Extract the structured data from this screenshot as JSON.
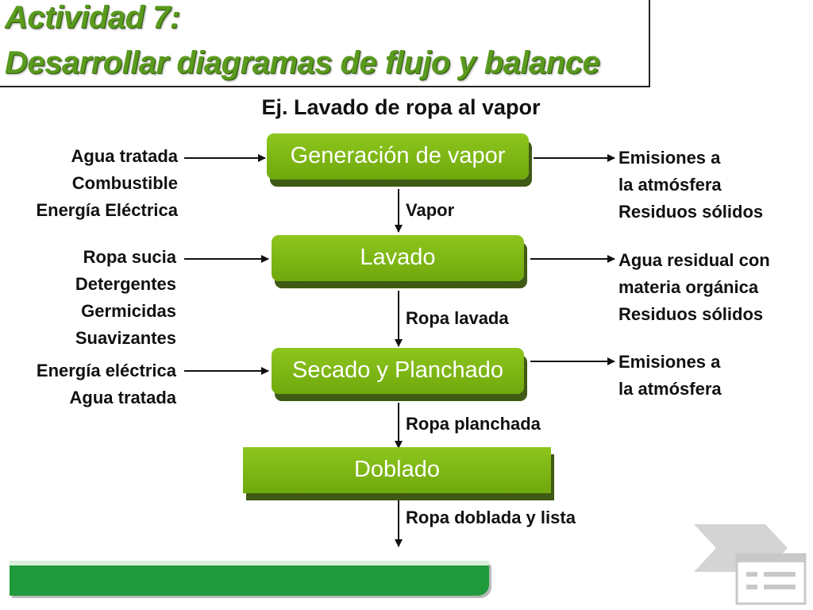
{
  "header": {
    "title_line1": "Actividad 7:",
    "title_line2": "Desarrollar diagramas de flujo y balance"
  },
  "subtitle": "Ej. Lavado de ropa al vapor",
  "processes": [
    {
      "label": "Generación de vapor"
    },
    {
      "label": "Lavado"
    },
    {
      "label": "Secado y Planchado"
    },
    {
      "label": "Doblado"
    }
  ],
  "inputs": [
    {
      "items": [
        "Agua tratada",
        "Combustible",
        "Energía Eléctrica"
      ]
    },
    {
      "items": [
        "Ropa sucia",
        "Detergentes",
        "Germicidas",
        "Suavizantes"
      ]
    },
    {
      "items": [
        "Energía eléctrica",
        "Agua tratada"
      ]
    }
  ],
  "outputs": [
    {
      "items": [
        "Emisiones a",
        "la atmósfera",
        "Residuos sólidos"
      ]
    },
    {
      "items": [
        "Agua residual con",
        "materia orgánica",
        "Residuos sólidos"
      ]
    },
    {
      "items": [
        "Emisiones a",
        "la atmósfera"
      ]
    }
  ],
  "flows": [
    "Vapor",
    "Ropa lavada",
    "Ropa planchada",
    "Ropa doblada y lista"
  ],
  "colors": {
    "title": "#5a9a1e",
    "process_box": "#7db516",
    "process_shadow": "#3f5a14",
    "bottom_bar": "#1f9a3c"
  }
}
